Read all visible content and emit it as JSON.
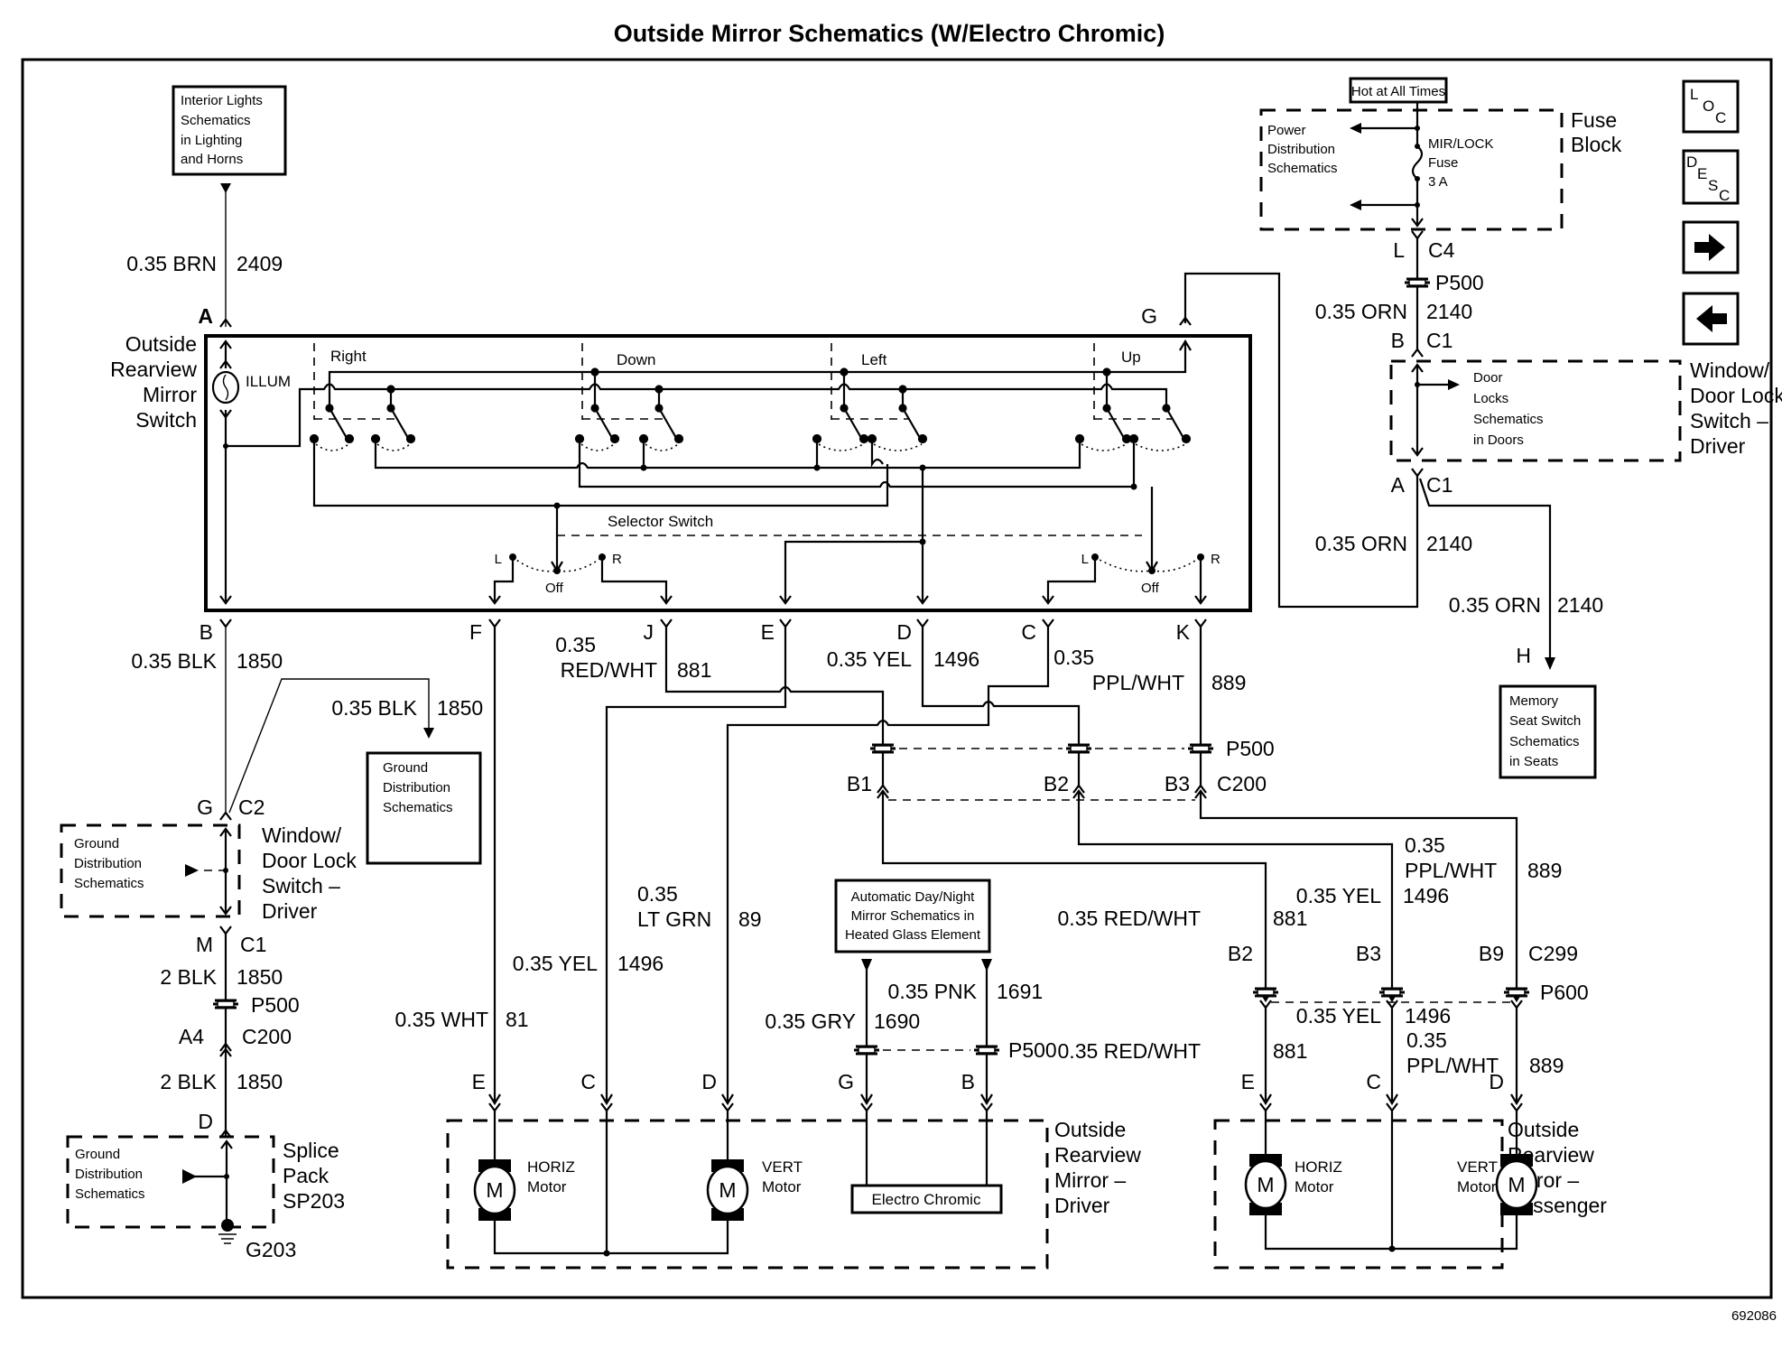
{
  "title": "Outside Mirror Schematics (W/Electro Chromic)",
  "figure_id": "692086",
  "nav": {
    "loc_label": "LOC",
    "desc_label": "DESC",
    "next_icon": "arrow-right-icon",
    "prev_icon": "arrow-left-icon"
  },
  "refs": {
    "interior_lights": [
      "Interior Lights",
      "Schematics",
      "in Lighting",
      "and Horns"
    ],
    "hot_at_all_times": "Hot at All Times",
    "power_distribution": [
      "Power",
      "Distribution",
      "Schematics"
    ],
    "door_locks": [
      "Door",
      "Locks",
      "Schematics",
      "in Doors"
    ],
    "memory_seat": [
      "Memory",
      "Seat Switch",
      "Schematics",
      "in Seats"
    ],
    "ground_dist_box": [
      "Ground",
      "Distribution",
      "Schematics"
    ],
    "ground_dist_wdl": [
      "Ground",
      "Distribution",
      "Schematics"
    ],
    "ground_dist_splice": [
      "Ground",
      "Distribution",
      "Schematics"
    ],
    "auto_day_night": [
      "Automatic Day/Night",
      "Mirror Schematics in",
      "Heated Glass Element"
    ]
  },
  "components": {
    "fuse_block": [
      "Fuse",
      "Block"
    ],
    "fuse": [
      "MIR/LOCK",
      "Fuse",
      "3 A"
    ],
    "wdl_switch_top": [
      "Window/",
      "Door Lock",
      "Switch –",
      "Driver"
    ],
    "wdl_switch_left": [
      "Window/",
      "Door Lock",
      "Switch –",
      "Driver"
    ],
    "mirror_switch": [
      "Outside",
      "Rearview",
      "Mirror",
      "Switch"
    ],
    "illum": "ILLUM",
    "switch_sections": [
      "Right",
      "Down",
      "Left",
      "Up"
    ],
    "selector_switch": "Selector Switch",
    "selector_positions": {
      "left": "L",
      "off": "Off",
      "right": "R"
    },
    "splice_pack": [
      "Splice",
      "Pack",
      "SP203"
    ],
    "ground": "G203",
    "driver_mirror": [
      "Outside",
      "Rearview",
      "Mirror –",
      "Driver"
    ],
    "passenger_mirror": [
      "Outside",
      "Rearview",
      "Mirror –",
      "Passenger"
    ],
    "horiz_motor": [
      "HORIZ",
      "Motor"
    ],
    "vert_motor": [
      "VERT",
      "Motor"
    ],
    "motor_symbol": "M",
    "electro_chromic": "Electro Chromic"
  },
  "wires": {
    "brn": {
      "gauge_color": "0.35 BRN",
      "circuit": "2409"
    },
    "orn_a": {
      "gauge_color": "0.35 ORN",
      "circuit": "2140"
    },
    "orn_b": {
      "gauge_color": "0.35 ORN",
      "circuit": "2140"
    },
    "orn_c": {
      "gauge_color": "0.35 ORN",
      "circuit": "2140"
    },
    "blk_a": {
      "gauge_color": "0.35 BLK",
      "circuit": "1850"
    },
    "blk_b": {
      "gauge_color": "0.35 BLK",
      "circuit": "1850"
    },
    "blk2_a": {
      "gauge_color": "2 BLK",
      "circuit": "1850"
    },
    "blk2_b": {
      "gauge_color": "2 BLK",
      "circuit": "1850"
    },
    "redwht_j": {
      "gauge": "0.35",
      "color": "RED/WHT",
      "circuit": "881"
    },
    "yel_d": {
      "gauge_color": "0.35 YEL",
      "circuit": "1496"
    },
    "pplwht_k": {
      "gauge": "0.35",
      "color": "PPL/WHT",
      "circuit": "889"
    },
    "ltgrn": {
      "gauge": "0.35",
      "color": "LT GRN",
      "circuit": "89"
    },
    "yel_drv": {
      "gauge_color": "0.35 YEL",
      "circuit": "1496"
    },
    "wht": {
      "gauge_color": "0.35 WHT",
      "circuit": "81"
    },
    "pnk": {
      "gauge_color": "0.35 PNK",
      "circuit": "1691"
    },
    "gry": {
      "gauge_color": "0.35 GRY",
      "circuit": "1690"
    },
    "pplwht_p1": {
      "gauge": "0.35",
      "color": "PPL/WHT",
      "circuit": "889"
    },
    "yel_p1": {
      "gauge_color": "0.35 YEL",
      "circuit": "1496"
    },
    "redwht_p1": {
      "gauge_color": "0.35 RED/WHT",
      "circuit": "881"
    },
    "yel_p2": {
      "gauge_color": "0.35 YEL",
      "circuit": "1496"
    },
    "pplwht_p2": {
      "gauge": "0.35",
      "color": "PPL/WHT",
      "circuit": "889"
    },
    "redwht_p2": {
      "gauge_color": "0.35 RED/WHT",
      "circuit": "881"
    }
  },
  "connectors": {
    "pins": {
      "sw_a": "A",
      "sw_g": "G",
      "sw_b": "B",
      "sw_f": "F",
      "sw_j": "J",
      "sw_e": "E",
      "sw_d": "D",
      "sw_c": "C",
      "sw_k": "K",
      "fb_l": "L",
      "wdl_b": "B",
      "wdl_a": "A",
      "mem_h": "H",
      "wdl2_g": "G",
      "wdl2_m": "M",
      "c200_a4": "A4",
      "sp_d": "D",
      "c200_b1": "B1",
      "c200_b2": "B2",
      "c200_b3": "B3",
      "c299_b2": "B2",
      "c299_b3": "B3",
      "c299_b9": "B9",
      "dm_e": "E",
      "dm_c": "C",
      "dm_d": "D",
      "dm_g": "G",
      "dm_b": "B",
      "pm_e": "E",
      "pm_c": "C",
      "pm_d": "D"
    },
    "names": {
      "c4": "C4",
      "c1_top": "C1",
      "c1_mid": "C1",
      "c2": "C2",
      "c1_left": "C1",
      "c200_left": "C200",
      "c200_mid": "C200",
      "c299": "C299",
      "p500_top": "P500",
      "p500_left": "P500",
      "p500_mid": "P500",
      "p500_ec": "P500",
      "p600": "P600"
    }
  }
}
